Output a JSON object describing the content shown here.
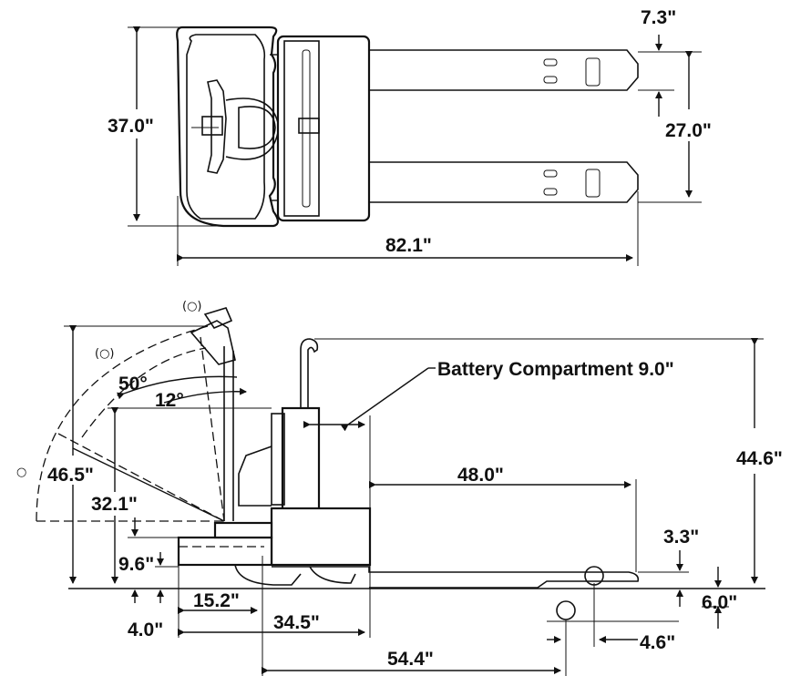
{
  "top_view": {
    "overall_width": "37.0\"",
    "fork_gap": "7.3\"",
    "fork_outer_width": "27.0\"",
    "overall_length": "82.1\""
  },
  "side_view": {
    "battery_label": "Battery Compartment 9.0\"",
    "tiller_angle_large": "50°",
    "tiller_angle_small": "12°",
    "tiller_reach": "46.5\"",
    "tiller_height": "32.1\"",
    "platform_height": "9.6\"",
    "step_height": "4.0\"",
    "platform_length": "15.2\"",
    "body_length": "34.5\"",
    "fork_length": "48.0\"",
    "fork_lowered": "3.3\"",
    "overall_height": "44.6\"",
    "fork_raised": "6.0\"",
    "wheel_offset": "4.6\"",
    "wheelbase": "54.4\""
  },
  "symbols": {
    "horn": "(○)",
    "horn_small": "○"
  }
}
